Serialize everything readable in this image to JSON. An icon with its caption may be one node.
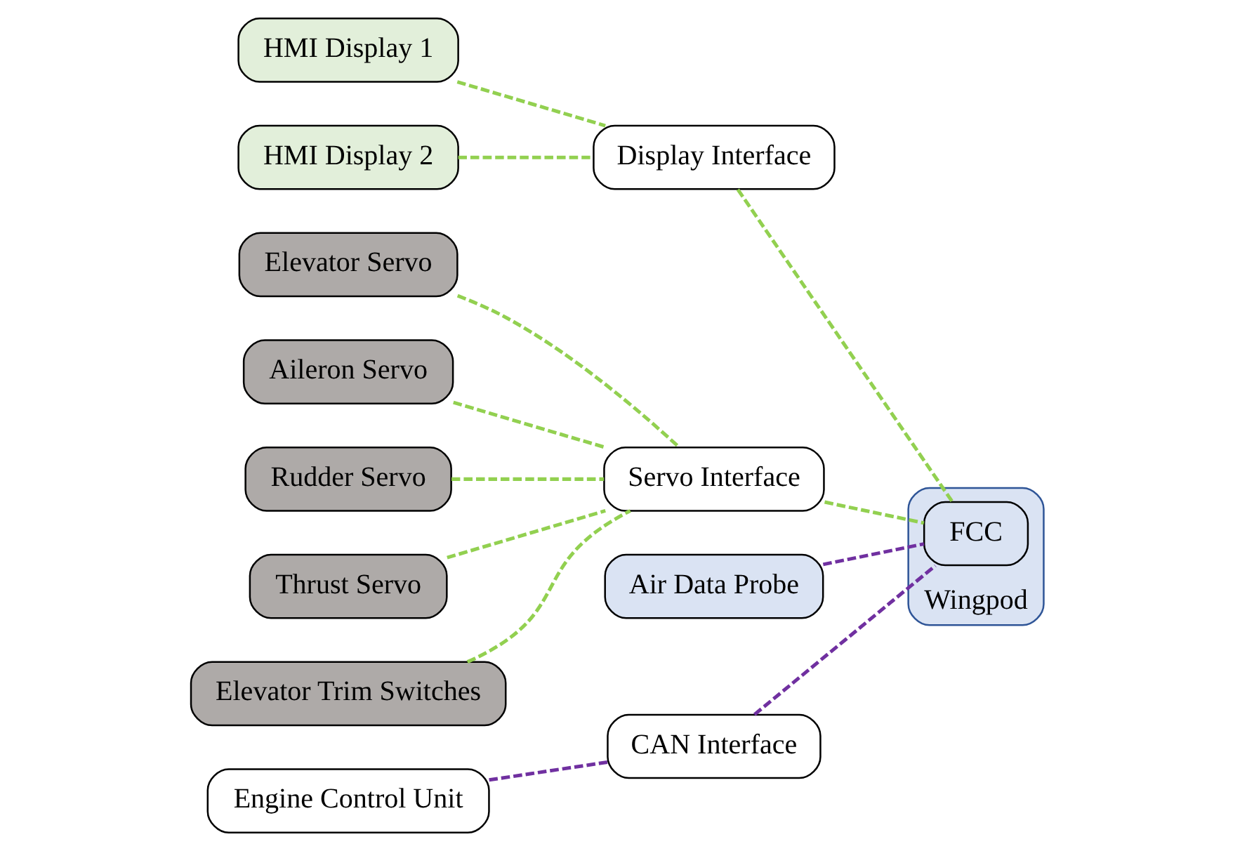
{
  "diagram": {
    "nodes": [
      {
        "text": [
          "Elevator Servo"
        ]
      },
      {
        "text": [
          "Aileron Servo"
        ]
      },
      {
        "text": [
          "Rudder Servo"
        ]
      },
      {
        "text": [
          "Thrust Servo"
        ]
      },
      {
        "text": [
          "Elevator Trim Switches"
        ]
      },
      {
        "text": [
          "HMI Display 1"
        ]
      },
      {
        "text": [
          "HMI Display 2"
        ]
      },
      {
        "text": [
          "Servo Interface"
        ]
      },
      {
        "text": [
          "Display Interface"
        ]
      },
      {
        "text": [
          "Wingpod"
        ]
      },
      {
        "text": [
          "Air Data Probe"
        ]
      },
      {
        "text": [
          "FCC"
        ],
        "in": 9
      },
      {
        "text": [
          "Engine Control Unit"
        ]
      },
      {
        "text": [
          "CAN Interface"
        ]
      }
    ],
    "edges": [
      {
        "from": 0,
        "to": 7,
        "arrow": "none",
        "style": "dashed"
      },
      {
        "from": 1,
        "to": 7,
        "arrow": "none",
        "style": "dashed"
      },
      {
        "from": 2,
        "to": 7,
        "arrow": "none",
        "style": "dashed"
      },
      {
        "from": 3,
        "to": 7,
        "arrow": "none",
        "style": "dashed"
      },
      {
        "from": 4,
        "to": 7,
        "arrow": "none",
        "style": "dashed"
      },
      {
        "from": 5,
        "to": 8,
        "arrow": "none",
        "style": "dashed"
      },
      {
        "from": 6,
        "to": 8,
        "arrow": "none",
        "style": "dashed"
      },
      {
        "from": 7,
        "to": 11,
        "arrow": "none",
        "style": "dashed"
      },
      {
        "from": 8,
        "to": 11,
        "arrow": "none",
        "style": "dashed"
      },
      {
        "from": 10,
        "to": 11,
        "arrow": "none",
        "style": "dashed",
        "color": "#7030a0"
      },
      {
        "from": 12,
        "to": 13,
        "arrow": "none",
        "style": "dashed",
        "color": "#7030a0"
      },
      {
        "from": 13,
        "to": 11,
        "arrow": "none",
        "style": "dashed",
        "color": "#7030a0"
      }
    ]
  }
}
